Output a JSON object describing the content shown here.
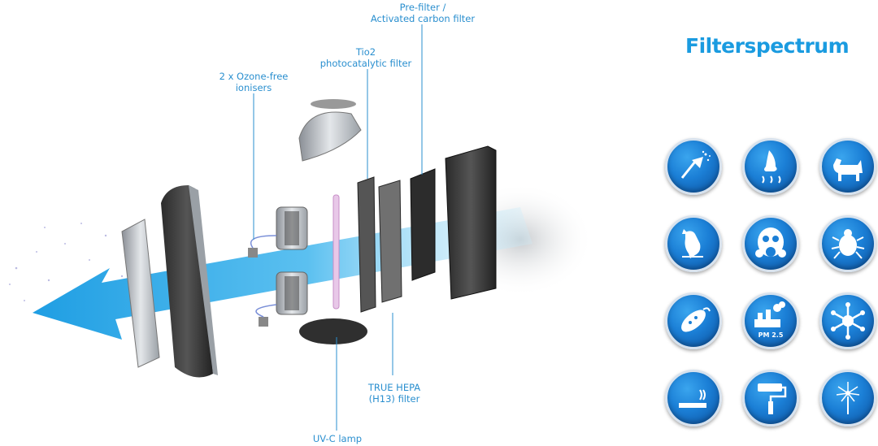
{
  "labels": {
    "prefilter": [
      "Pre-filter /",
      "Activated carbon filter"
    ],
    "tio2": [
      "Tio2",
      "photocatalytic filter"
    ],
    "ionisers": [
      "2 x Ozone-free",
      "ionisers"
    ],
    "hepa": [
      "TRUE HEPA",
      "(H13) filter"
    ],
    "uvc": "UV-C lamp"
  },
  "title": "Filterspectrum",
  "icon_label_pm": "PM 2.5",
  "icons": [
    "dust-icon",
    "odor-icon",
    "pet-icon",
    "bird-icon",
    "gas-mask-icon",
    "mite-icon",
    "bacteria-icon",
    "pollution-icon",
    "virus-icon",
    "smoke-icon",
    "paint-roller-icon",
    "pollen-icon"
  ],
  "colors": {
    "accent": "#1a9be0",
    "label": "#2a8fcf",
    "arrow": "#2aa8e6",
    "icon_bg": "#1b7fd6"
  }
}
